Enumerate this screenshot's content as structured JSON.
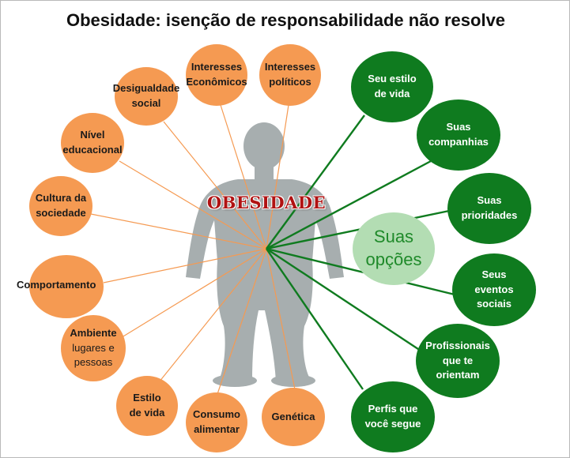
{
  "title": "Obesidade: isenção de responsabilidade não resolve",
  "center_label": "OBESIDADE",
  "choices_label": [
    "Suas",
    "opções"
  ],
  "orange_factors": [
    {
      "lines": [
        "Interesses",
        "Econômicos"
      ]
    },
    {
      "lines": [
        "Interesses",
        "políticos"
      ]
    },
    {
      "lines": [
        "Desigualdade",
        "social"
      ]
    },
    {
      "lines": [
        "Nível",
        "educacional"
      ]
    },
    {
      "lines": [
        "Cultura da",
        "sociedade"
      ]
    },
    {
      "lines": [
        "Comportamento"
      ]
    },
    {
      "lines": [
        "Ambiente",
        "lugares e",
        "pessoas"
      ]
    },
    {
      "lines": [
        "Estilo",
        "de vida"
      ]
    },
    {
      "lines": [
        "Consumo",
        "alimentar"
      ]
    },
    {
      "lines": [
        "Genética"
      ]
    }
  ],
  "green_choices": [
    {
      "lines": [
        "Seu estilo",
        "de vida"
      ]
    },
    {
      "lines": [
        "Suas",
        "companhias"
      ]
    },
    {
      "lines": [
        "Suas",
        "prioridades"
      ]
    },
    {
      "lines": [
        "Seus",
        "eventos",
        "sociais"
      ]
    },
    {
      "lines": [
        "Profissionais",
        "que te",
        "orientam"
      ]
    },
    {
      "lines": [
        "Perfis que",
        "você segue"
      ]
    }
  ],
  "colors": {
    "orange": "#f59a52",
    "green": "#0f7b1f",
    "choices_bg": "#b3ddb3",
    "silhouette": "#a7aeaf",
    "center_text": "#b01212"
  }
}
